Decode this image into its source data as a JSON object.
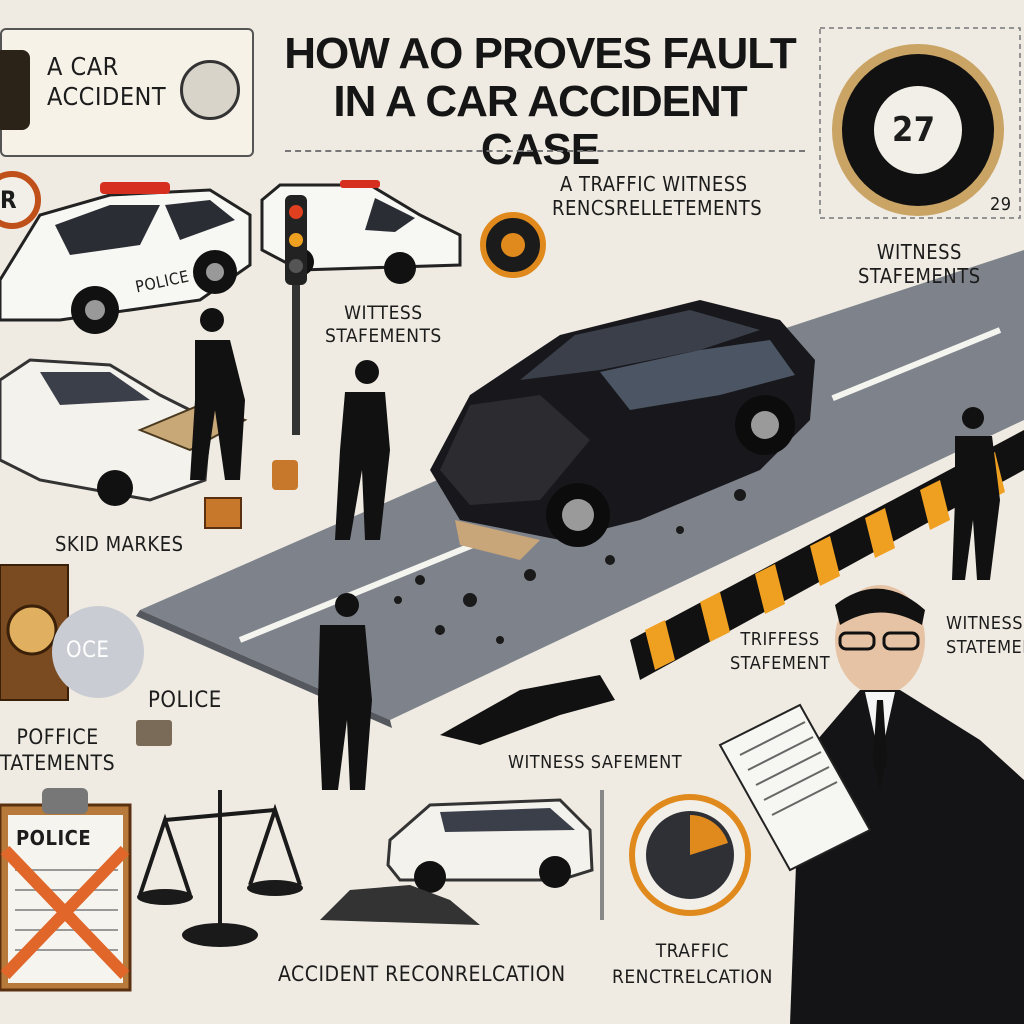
{
  "title": {
    "line1": "HOW AO PROVES FAULT",
    "line2": "IN A CAR ACCIDENT CASE"
  },
  "labels": {
    "badge_card": "A CAR\nACCIDENT",
    "top_traffic": "A TRAFFIC  WITNESS",
    "top_traffic2": "RENCSRELLETEMENTS",
    "witness_top_right": "WITNESS\nSTAFEMENTS",
    "witness_mid": "WITTESS\nSTAFEMENTS",
    "skid": "SKID MARKES",
    "oce": "OCE",
    "police": "POLICE",
    "poffice": "POFFICE\nTATEMENTS",
    "triffess": "TRIFFESS\nSTAFEMENT",
    "witness_right": "WITNESS\nSTATEMEN",
    "witness_safement": "WITNESS SAFEMENT",
    "police_clip": "POLICE",
    "accident_recon": "ACCIDENT RECONRELCATION",
    "traffic_recon": "TRAFFIC\nRENCTRELCATION",
    "clock_num": "27",
    "clock_num_small": "29",
    "police_car": "POLICE",
    "r_badge": "R"
  },
  "colors": {
    "background": "#efebe2",
    "road": "#7f848c",
    "car": "#1a1a1e",
    "accent": "#e08a1e",
    "hazard": "#f0a020"
  }
}
